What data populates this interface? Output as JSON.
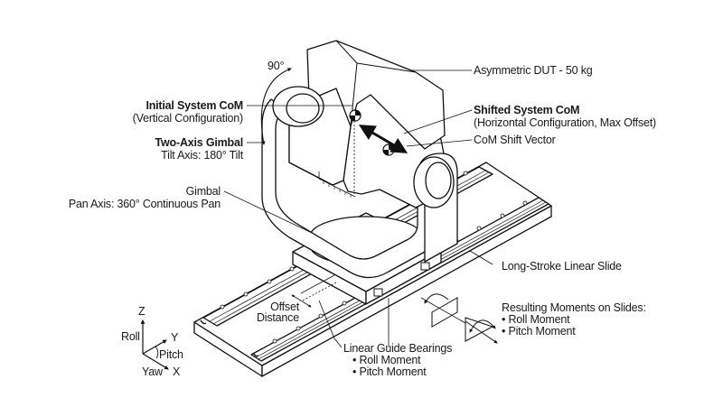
{
  "diagram": {
    "rotation_label": "90°",
    "callouts": {
      "initial_com": {
        "title": "Initial System CoM",
        "subtitle": "(Vertical Configuration)"
      },
      "two_axis_gimbal": {
        "title": "Two-Axis Gimbal",
        "subtitle": "Tilt Axis: 180° Tilt"
      },
      "gimbal_pan": {
        "title": "Gimbal",
        "subtitle": "Pan Axis: 360° Continuous Pan"
      },
      "dut": {
        "title": "Asymmetric DUT - 50 kg"
      },
      "shifted_com": {
        "title": "Shifted System CoM",
        "subtitle": "(Horizontal Configuration, Max Offset)"
      },
      "shift_vector": {
        "title": "CoM Shift Vector"
      },
      "linear_slide": {
        "title": "Long-Stroke Linear Slide"
      },
      "offset_distance": {
        "line1": "Offset",
        "line2": "Distance"
      },
      "guide_bearings": {
        "title": "Linear Guide Bearings",
        "items": [
          "• Roll Moment",
          "• Pitch Moment"
        ]
      },
      "resulting_moments": {
        "title": "Resulting Moments on Slides:",
        "items": [
          "• Roll Moment",
          "• Pitch Moment"
        ]
      }
    },
    "axes": {
      "z": "Z",
      "y": "Y",
      "x": "X",
      "roll": "Roll",
      "pitch": "Pitch",
      "yaw": "Yaw"
    }
  }
}
